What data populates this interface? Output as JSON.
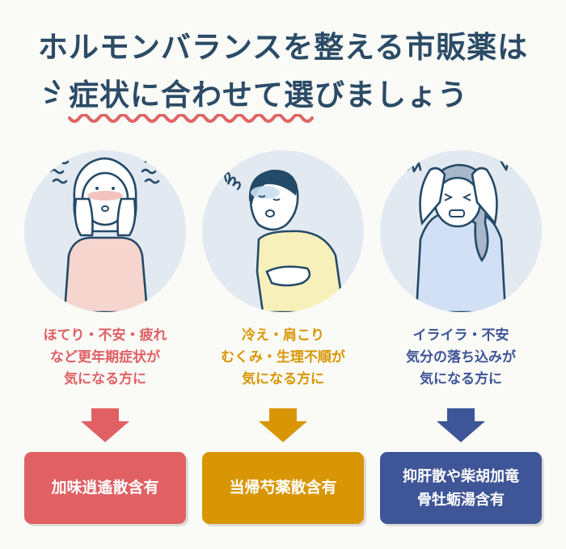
{
  "header": {
    "title_line1": "ホルモンバランスを整える市販薬は",
    "title_line2": "症状に合わせて選びましょう",
    "title_color": "#2b4b66",
    "underline_color": "#e06464",
    "decoration_icon": "spark-lines-icon",
    "underline_icon": "wavy-underline-icon"
  },
  "columns": [
    {
      "illustration": "woman-hot-flush-illustration",
      "symptoms": [
        "ほてり・不安・疲れ",
        "など更年期症状が",
        "気になる方に"
      ],
      "arrow_icon": "arrow-down-icon",
      "recommendation": [
        "加味逍遙散含有"
      ],
      "color": "#e06064"
    },
    {
      "illustration": "man-stomach-ache-illustration",
      "symptoms": [
        "冷え・肩こり",
        "むくみ・生理不順が",
        "気になる方に"
      ],
      "arrow_icon": "arrow-down-icon",
      "recommendation": [
        "当帰芍薬散含有"
      ],
      "color": "#d89604"
    },
    {
      "illustration": "woman-headache-irritation-illustration",
      "symptoms": [
        "イライラ・不安",
        "気分の落ち込みが",
        "気になる方に"
      ],
      "arrow_icon": "arrow-down-icon",
      "recommendation": [
        "抑肝散や柴胡加竜",
        "骨牡蛎湯含有"
      ],
      "color": "#3e5597"
    }
  ],
  "colors": {
    "background": "#fafaf7",
    "circle_bg": "#e3e9f1",
    "outline": "#244a68",
    "box_shadow": "#dcdcd8"
  }
}
